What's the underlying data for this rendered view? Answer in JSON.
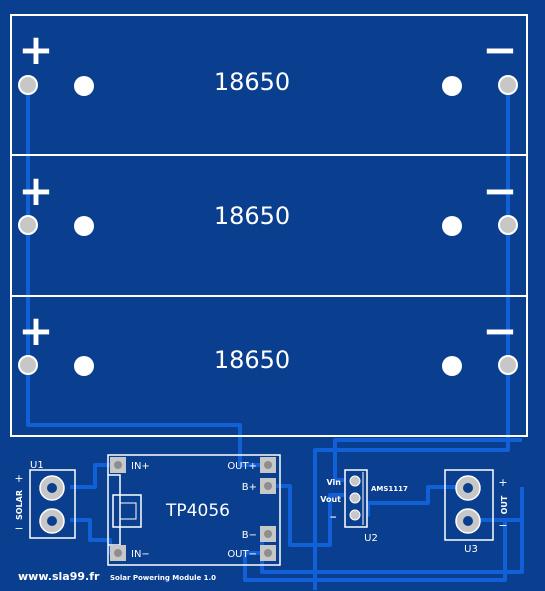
{
  "batteries": [
    {
      "label": "18650",
      "plus": "+",
      "minus": "−"
    },
    {
      "label": "18650",
      "plus": "+",
      "minus": "−"
    },
    {
      "label": "18650",
      "plus": "+",
      "minus": "−"
    }
  ],
  "u1": {
    "ref": "U1",
    "label": "SOLAR",
    "plus": "+",
    "minus": "−"
  },
  "tp4056": {
    "name": "TP4056",
    "in_plus": "IN+",
    "in_minus": "IN−",
    "out_plus": "OUT+",
    "out_minus": "OUT−",
    "b_plus": "B+",
    "b_minus": "B−"
  },
  "u2": {
    "ref": "U2",
    "part": "AMS1117",
    "vin": "Vin",
    "vout": "Vout",
    "gnd": "−"
  },
  "u3": {
    "ref": "U3",
    "label": "OUT",
    "plus": "+",
    "minus": "−"
  },
  "footer": {
    "website": "www.sla99.fr",
    "module": "Solar Powering Module 1.0"
  },
  "colors": {
    "board": "#0a3e8e",
    "trace": "#1160d8",
    "silk": "#ffffff",
    "pad": "#c7c7c7"
  }
}
